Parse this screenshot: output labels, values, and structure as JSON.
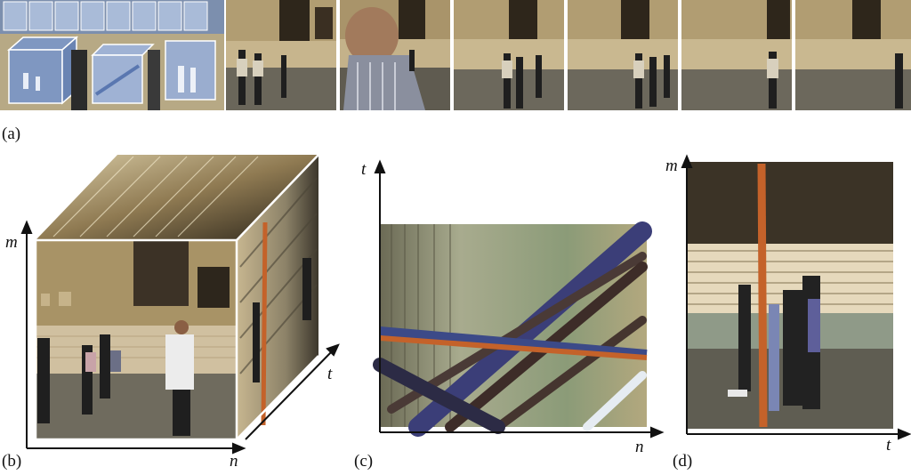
{
  "panels": {
    "a": {
      "label": "(a)",
      "frame_count": 7
    },
    "b": {
      "label": "(b)",
      "axis_m": "m",
      "axis_n": "n",
      "axis_t": "t"
    },
    "c": {
      "label": "(c)",
      "axis_t": "t",
      "axis_n": "n"
    },
    "d": {
      "label": "(d)",
      "axis_m": "m",
      "axis_t": "t"
    }
  },
  "colors": {
    "stone": "#b9a57c",
    "stone_dark": "#6e5a3a",
    "pavement": "#6f6b5e",
    "sky_blue": "#9bb3d6",
    "orange_streak": "#c4622a",
    "slice_green": "#8b9b78",
    "dark": "#222222"
  }
}
